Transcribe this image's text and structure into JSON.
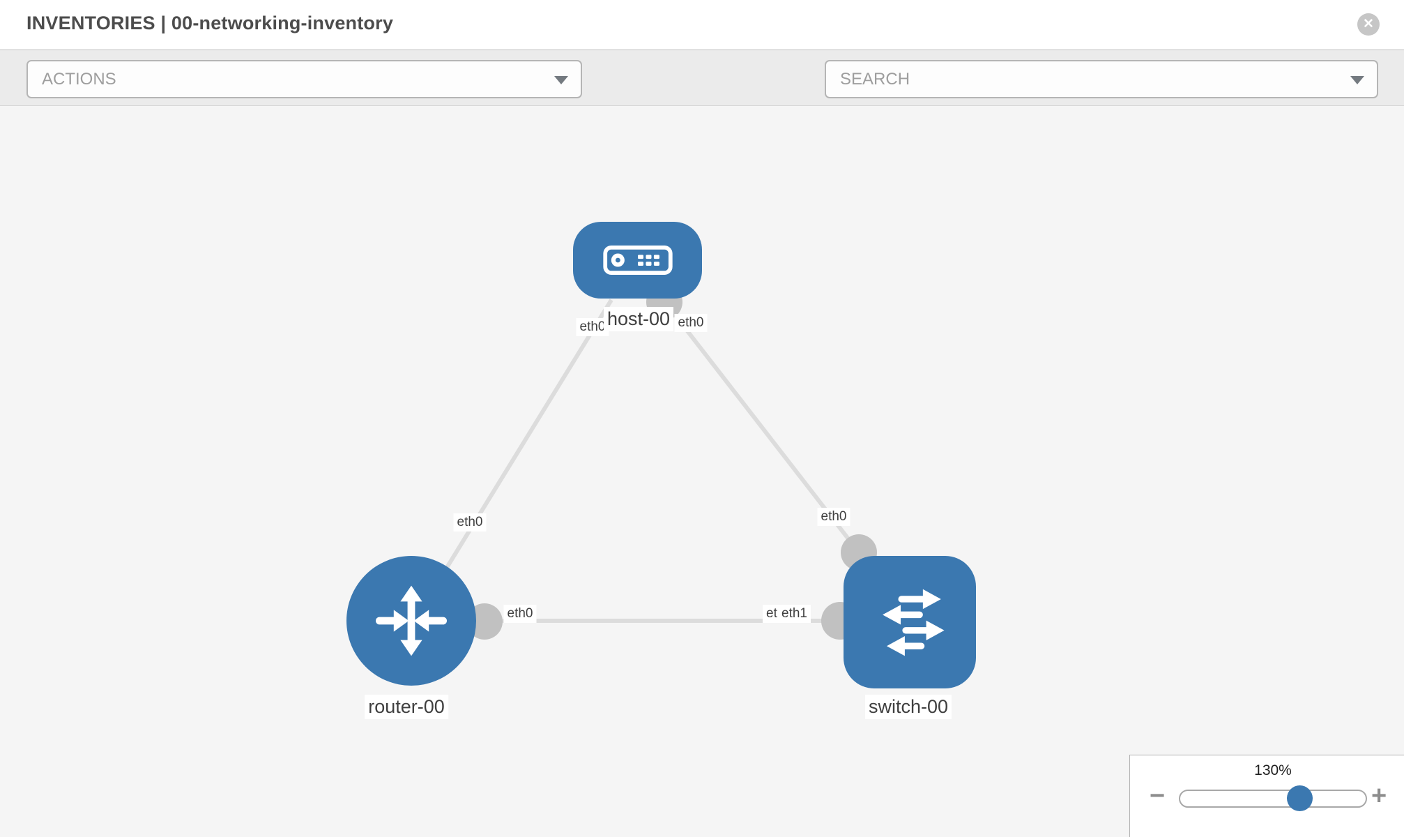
{
  "header": {
    "title": "INVENTORIES | 00-networking-inventory",
    "close_label": "✕"
  },
  "toolbar": {
    "actions_label": "ACTIONS",
    "search_placeholder": "SEARCH"
  },
  "topology": {
    "nodes": [
      {
        "label": "host-00",
        "type": "host"
      },
      {
        "label": "router-00",
        "type": "router"
      },
      {
        "label": "switch-00",
        "type": "switch"
      }
    ],
    "links": [
      {
        "from": "host-00",
        "from_interface": "eth0",
        "to": "router-00",
        "to_interface": "eth0"
      },
      {
        "from": "host-00",
        "from_interface": "eth0",
        "to": "switch-00",
        "to_interface": "eth0"
      },
      {
        "from": "router-00",
        "from_interface": "eth0",
        "to": "switch-00",
        "to_interface": "eth1"
      }
    ],
    "interface_labels": {
      "host_left": "eth0",
      "host_right": "eth0",
      "router_top": "eth0",
      "switch_top": "eth0",
      "router_right": "eth0",
      "switch_left_hidden": "eth0",
      "switch_left": "eth1"
    }
  },
  "zoom_control": {
    "level": "130%",
    "zoom_out": "−",
    "zoom_in": "+"
  },
  "colors": {
    "node_fill": "#3b78b0",
    "link_gray": "#dcdcdc",
    "interface_dot": "#c1c1c1",
    "toolbar_bg": "#ebebeb",
    "canvas_bg": "#f5f5f5"
  }
}
